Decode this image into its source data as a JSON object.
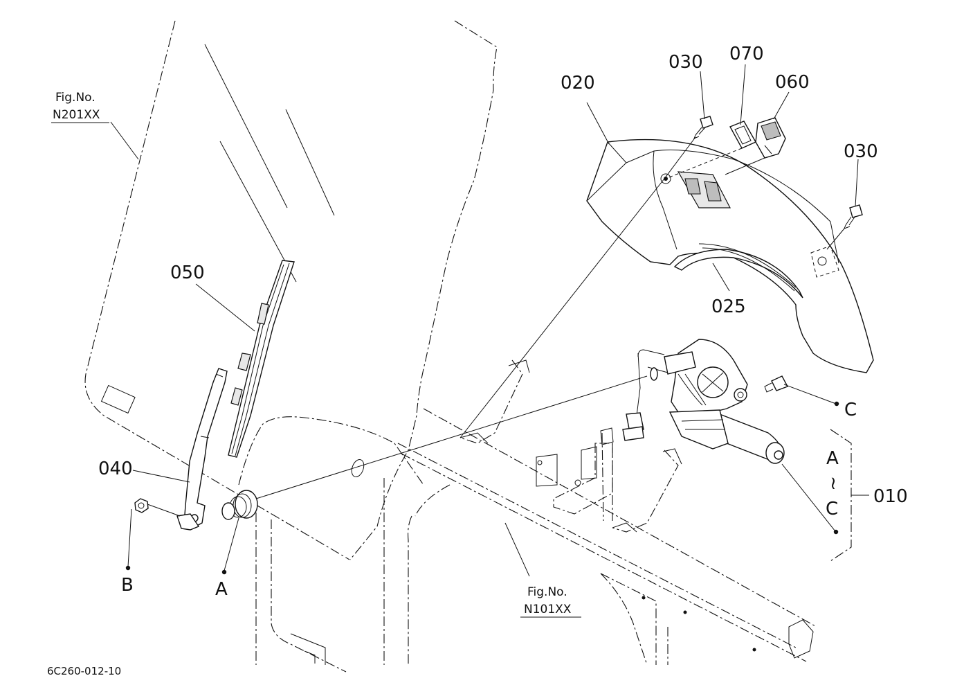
{
  "diagram": {
    "ref_left": {
      "line1": "Fig.No.",
      "line2": "N201XX"
    },
    "ref_bottom": {
      "line1": "Fig.No.",
      "line2": "N101XX"
    },
    "parts": {
      "p010": "010",
      "p020": "020",
      "p025": "025",
      "p030a": "030",
      "p030b": "030",
      "p040": "040",
      "p050": "050",
      "p060": "060",
      "p070": "070"
    },
    "points": {
      "a": "A",
      "b": "B",
      "c_right": "C"
    },
    "group_010": {
      "top": "A",
      "tilde": "~",
      "bottom": "C"
    },
    "drawing_number": "6C260-012-10"
  }
}
